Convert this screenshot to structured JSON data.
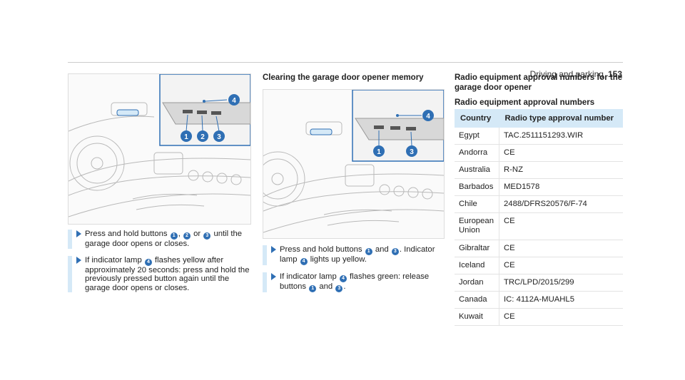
{
  "header": {
    "section": "Driving and parking",
    "page": "153"
  },
  "left": {
    "callouts": [
      "1",
      "2",
      "3",
      "4"
    ],
    "steps": [
      {
        "parts": [
          "Press and hold buttons ",
          "1",
          ", ",
          "2",
          " or ",
          "3",
          " until the garage door opens or closes."
        ]
      },
      {
        "parts": [
          "If indicator lamp ",
          "4",
          " flashes yellow after approximately 20 seconds: press and hold the previously pressed button again until the garage door opens or closes."
        ]
      }
    ]
  },
  "middle": {
    "title": "Clearing the garage door opener memory",
    "callouts": [
      "1",
      "3",
      "4"
    ],
    "steps": [
      {
        "parts": [
          "Press and hold buttons ",
          "1",
          " and ",
          "3",
          ". Indicator lamp ",
          "4",
          " lights up yellow."
        ]
      },
      {
        "parts": [
          "If indicator lamp ",
          "4",
          " flashes green: release buttons ",
          "1",
          " and ",
          "3",
          "."
        ]
      }
    ]
  },
  "right": {
    "title": "Radio equipment approval numbers for the garage door opener",
    "subtitle": "Radio equipment approval numbers",
    "table": {
      "headers": [
        "Country",
        "Radio type approval number"
      ],
      "rows": [
        [
          "Egypt",
          "TAC.2511151293.WIR"
        ],
        [
          "Andorra",
          "CE"
        ],
        [
          "Australia",
          "R-NZ"
        ],
        [
          "Barbados",
          "MED1578"
        ],
        [
          "Chile",
          "2488/DFRS20576/F-74"
        ],
        [
          "European Union",
          "CE"
        ],
        [
          "Gibraltar",
          "CE"
        ],
        [
          "Iceland",
          "CE"
        ],
        [
          "Jordan",
          "TRC/LPD/2015/299"
        ],
        [
          "Canada",
          "IC: 4112A-MUAHL5"
        ],
        [
          "Kuwait",
          "CE"
        ]
      ]
    }
  },
  "colors": {
    "accent": "#2f6fb4",
    "highlight": "#d5e9f7"
  }
}
